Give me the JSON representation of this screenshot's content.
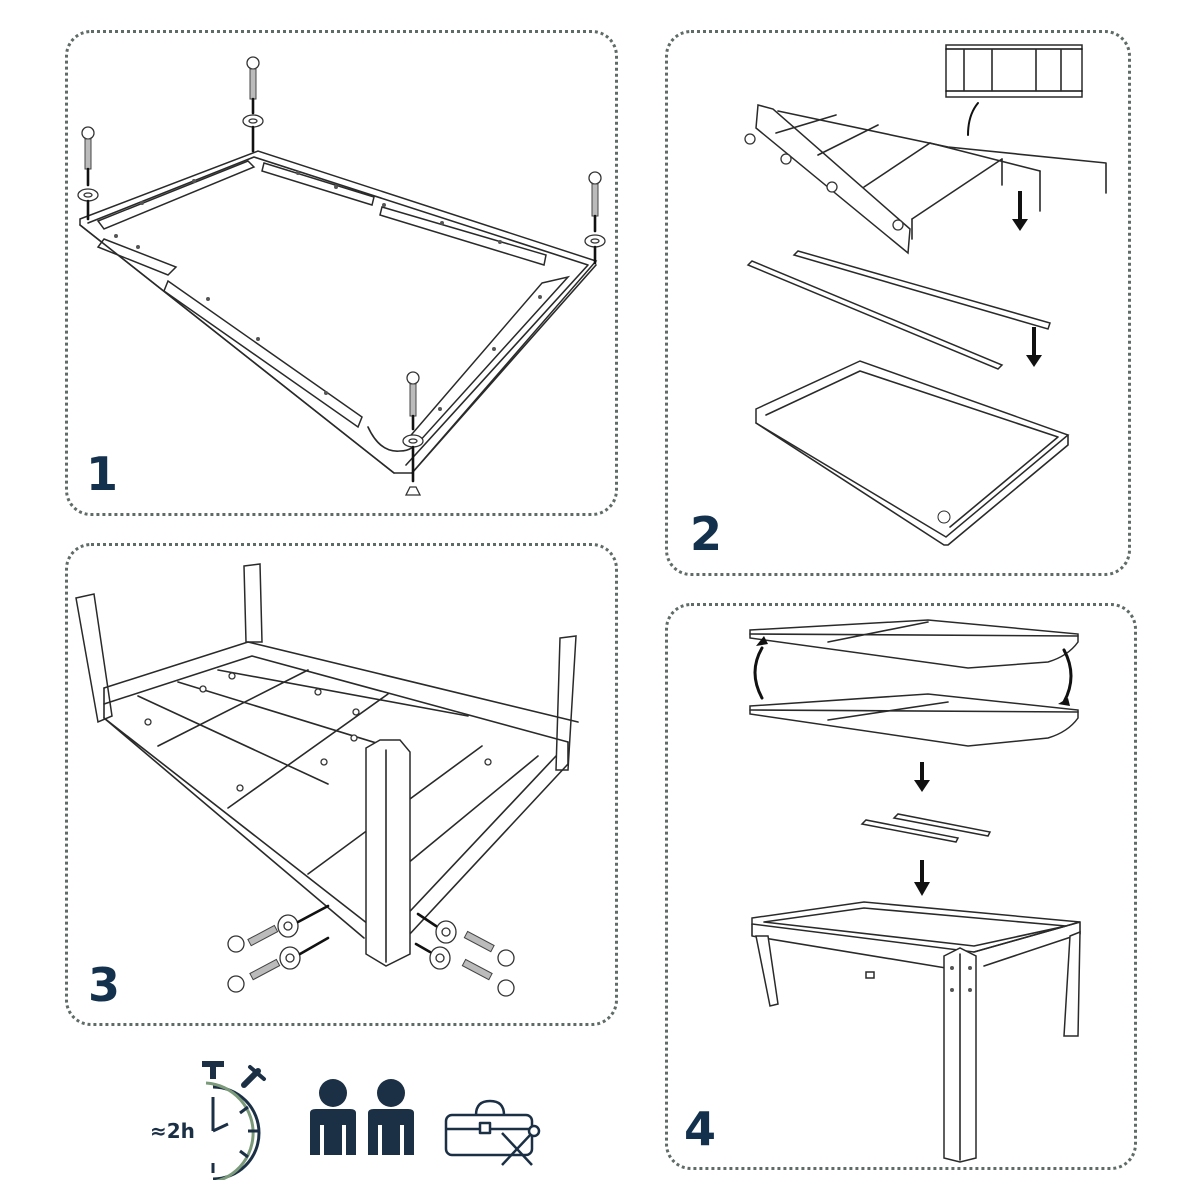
{
  "document": {
    "type": "assembly-instructions",
    "subject": "convertible pool / dining table"
  },
  "steps": [
    {
      "number": "1",
      "description": "Attach leg bolts with washers to cushion rail frame corners"
    },
    {
      "number": "2",
      "description": "Place crossbeam frame and support rails onto table frame"
    },
    {
      "number": "3",
      "description": "Attach four legs to frame with bolts and washers"
    },
    {
      "number": "4",
      "description": "Flip dining top panels, add rails, lower onto pool table"
    }
  ],
  "footer": {
    "time_label": "≈2h",
    "icons": [
      {
        "name": "stopwatch-icon",
        "meaning": "approx. 2 hours assembly time"
      },
      {
        "name": "two-people-icon",
        "meaning": "2 people required"
      },
      {
        "name": "toolbox-icon",
        "meaning": "tools required"
      }
    ]
  },
  "colors": {
    "step_number": "#13314d",
    "border_dots": "#5f6b66",
    "icon_navy": "#1b2f45",
    "stopwatch_accent": "#7a9a7a",
    "line_art": "#2a2a2a"
  }
}
